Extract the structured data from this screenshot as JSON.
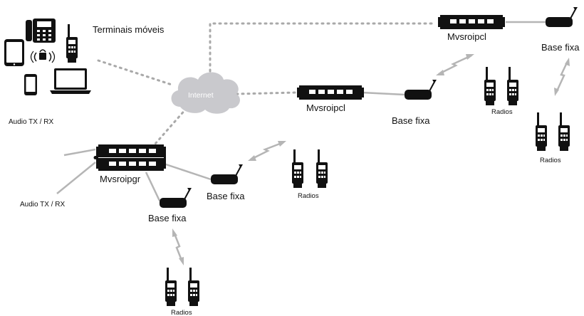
{
  "labels": {
    "terminals": "Terminais móveis",
    "internet": "Internet",
    "audio_top": "Audio TX / RX",
    "audio_bottom": "Audio TX / RX",
    "gateway_main": "Mvsroipgr",
    "gateway_mid": "Mvsroipcl",
    "gateway_top": "Mvsroipcl",
    "base_mid": "Base fixa",
    "base_top": "Base fixa",
    "base_gr_right": "Base fixa",
    "base_gr_low": "Base fixa",
    "radios_top": "Radios",
    "radios_right": "Radios",
    "radios_center": "Radios",
    "radios_bottom": "Radios"
  },
  "colors": {
    "device": "#111111",
    "cable": "#b5b5b5",
    "internet_link": "#a9a9a9",
    "cloud": "#c9c9cd",
    "cloud_text": "#ffffff"
  },
  "icons": [
    "desk-phone-icon",
    "radio-handset-icon",
    "tablet-icon",
    "wireless-lock-icon",
    "smartphone-icon",
    "laptop-icon",
    "cloud-icon",
    "gateway-icon",
    "base-station-icon",
    "radio-link-icon"
  ]
}
